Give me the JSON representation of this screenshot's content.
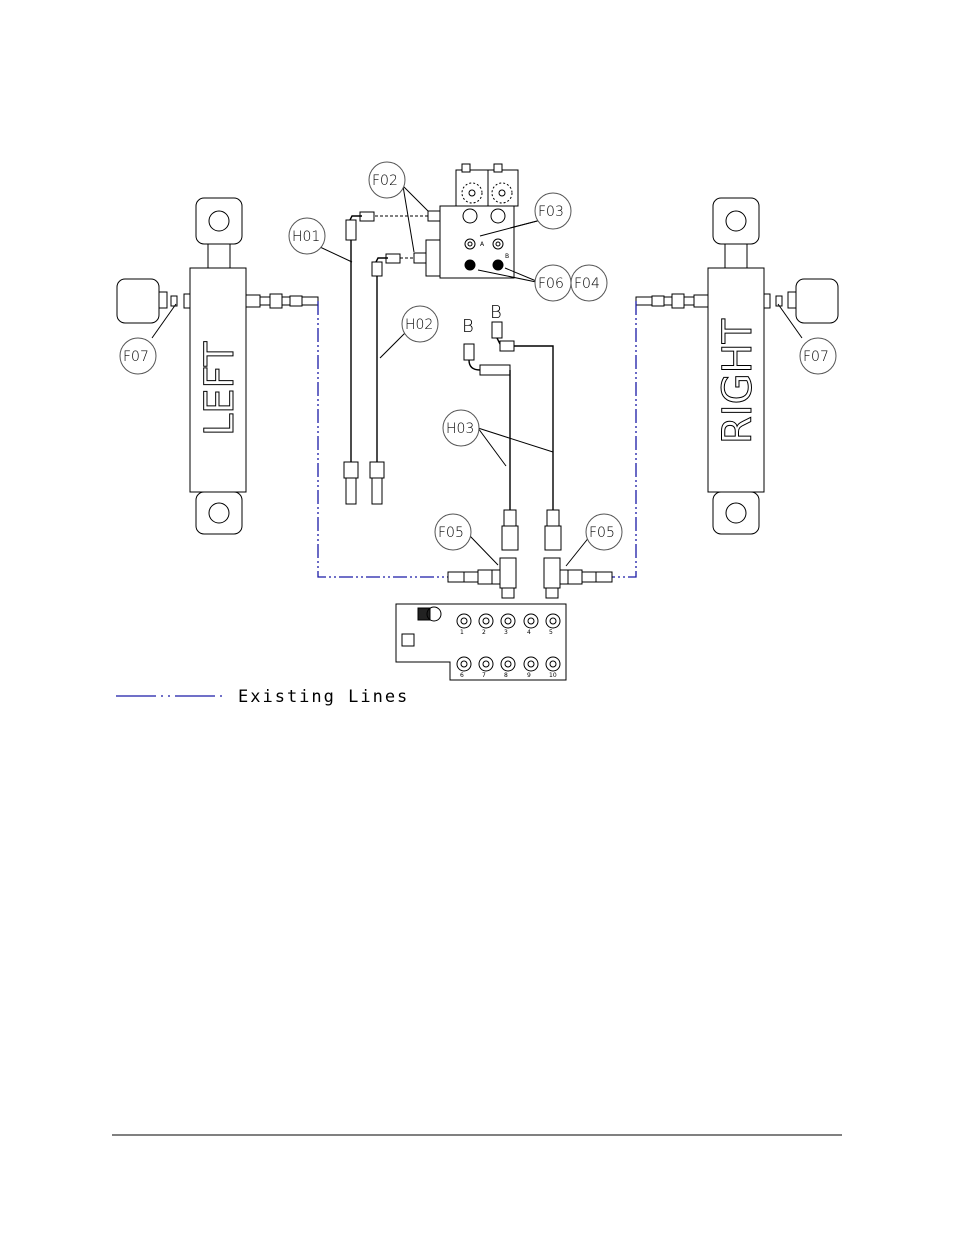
{
  "labels": {
    "cylinder_left": "LEFT",
    "cylinder_right": "RIGHT",
    "f02": "F02",
    "f03": "F03",
    "f04": "F04",
    "f05_left": "F05",
    "f05_right": "F05",
    "f06": "F06",
    "f07_left": "F07",
    "f07_right": "F07",
    "h01": "H01",
    "h02": "H02",
    "h03": "H03",
    "port_b_left": "B",
    "port_b_right": "B",
    "valve_port_a": "A",
    "valve_port_b": "B"
  },
  "manifold_ports": [
    "1",
    "2",
    "3",
    "4",
    "5",
    "6",
    "7",
    "8",
    "9",
    "10"
  ],
  "legend": {
    "existing_lines": "Existing Lines",
    "existing_lines_color": "#1a1aa6"
  }
}
